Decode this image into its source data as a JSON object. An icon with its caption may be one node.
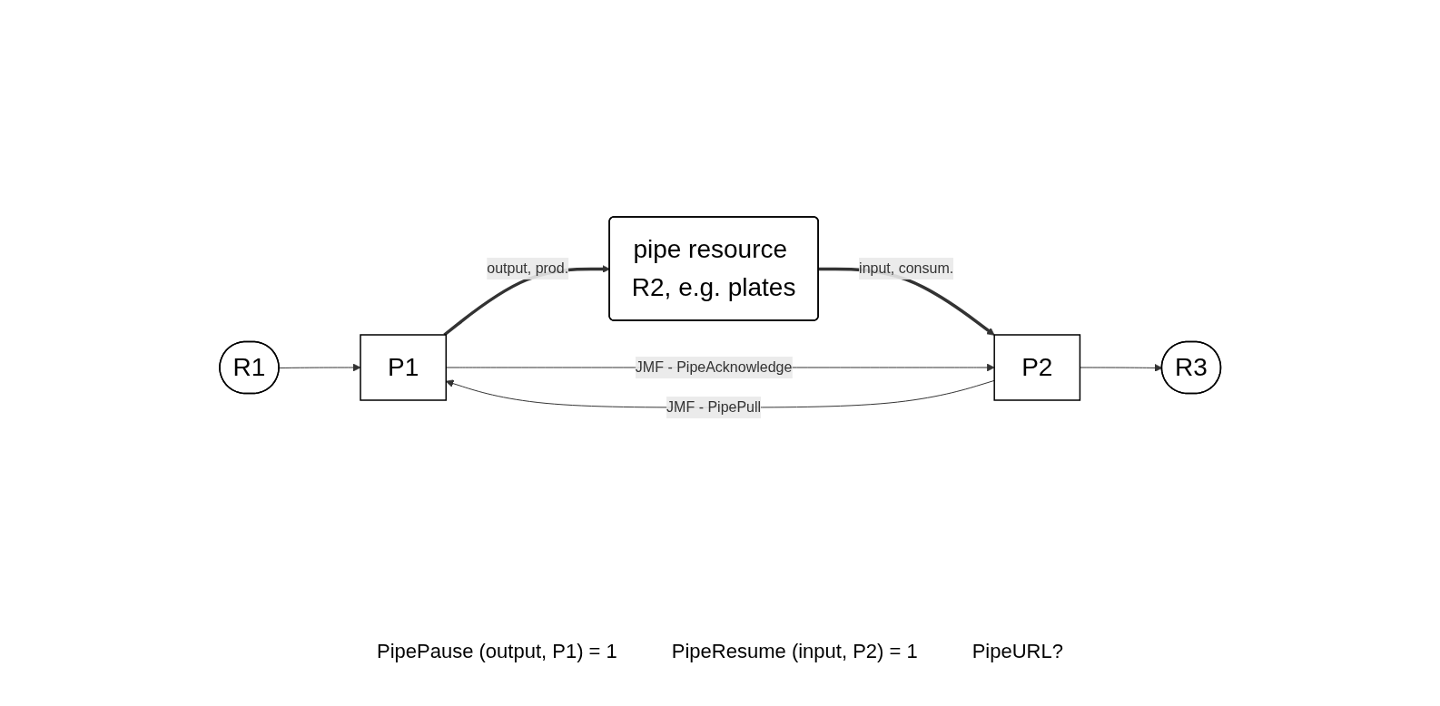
{
  "diagram": {
    "nodes": [
      {
        "text": [
          "R1"
        ]
      },
      {
        "text": [
          "P1"
        ]
      },
      {
        "text": [
          "pipe resource R2, e.g. plates"
        ]
      },
      {
        "text": [
          "P2"
        ]
      },
      {
        "text": [
          "R3"
        ]
      }
    ],
    "edges": [
      {
        "from": 0,
        "to": 1,
        "arrow": "to"
      },
      {
        "from": 1,
        "to": 2,
        "arrow": "to",
        "label": "output, prod.",
        "style": "thick"
      },
      {
        "from": 2,
        "to": 3,
        "arrow": "to",
        "label": "input, consum.",
        "style": "thick"
      },
      {
        "from": 3,
        "to": 4,
        "arrow": "to"
      },
      {
        "from": 1,
        "to": 3,
        "arrow": "to",
        "label": "JMF - PipeAcknowledge"
      },
      {
        "from": 3,
        "to": 1,
        "arrow": "to",
        "label": "JMF - PipePull"
      }
    ],
    "labels": [
      "PipePause (output, P1) = 1",
      "PipeResume (input, P2) = 1",
      "PipeURL?"
    ]
  }
}
